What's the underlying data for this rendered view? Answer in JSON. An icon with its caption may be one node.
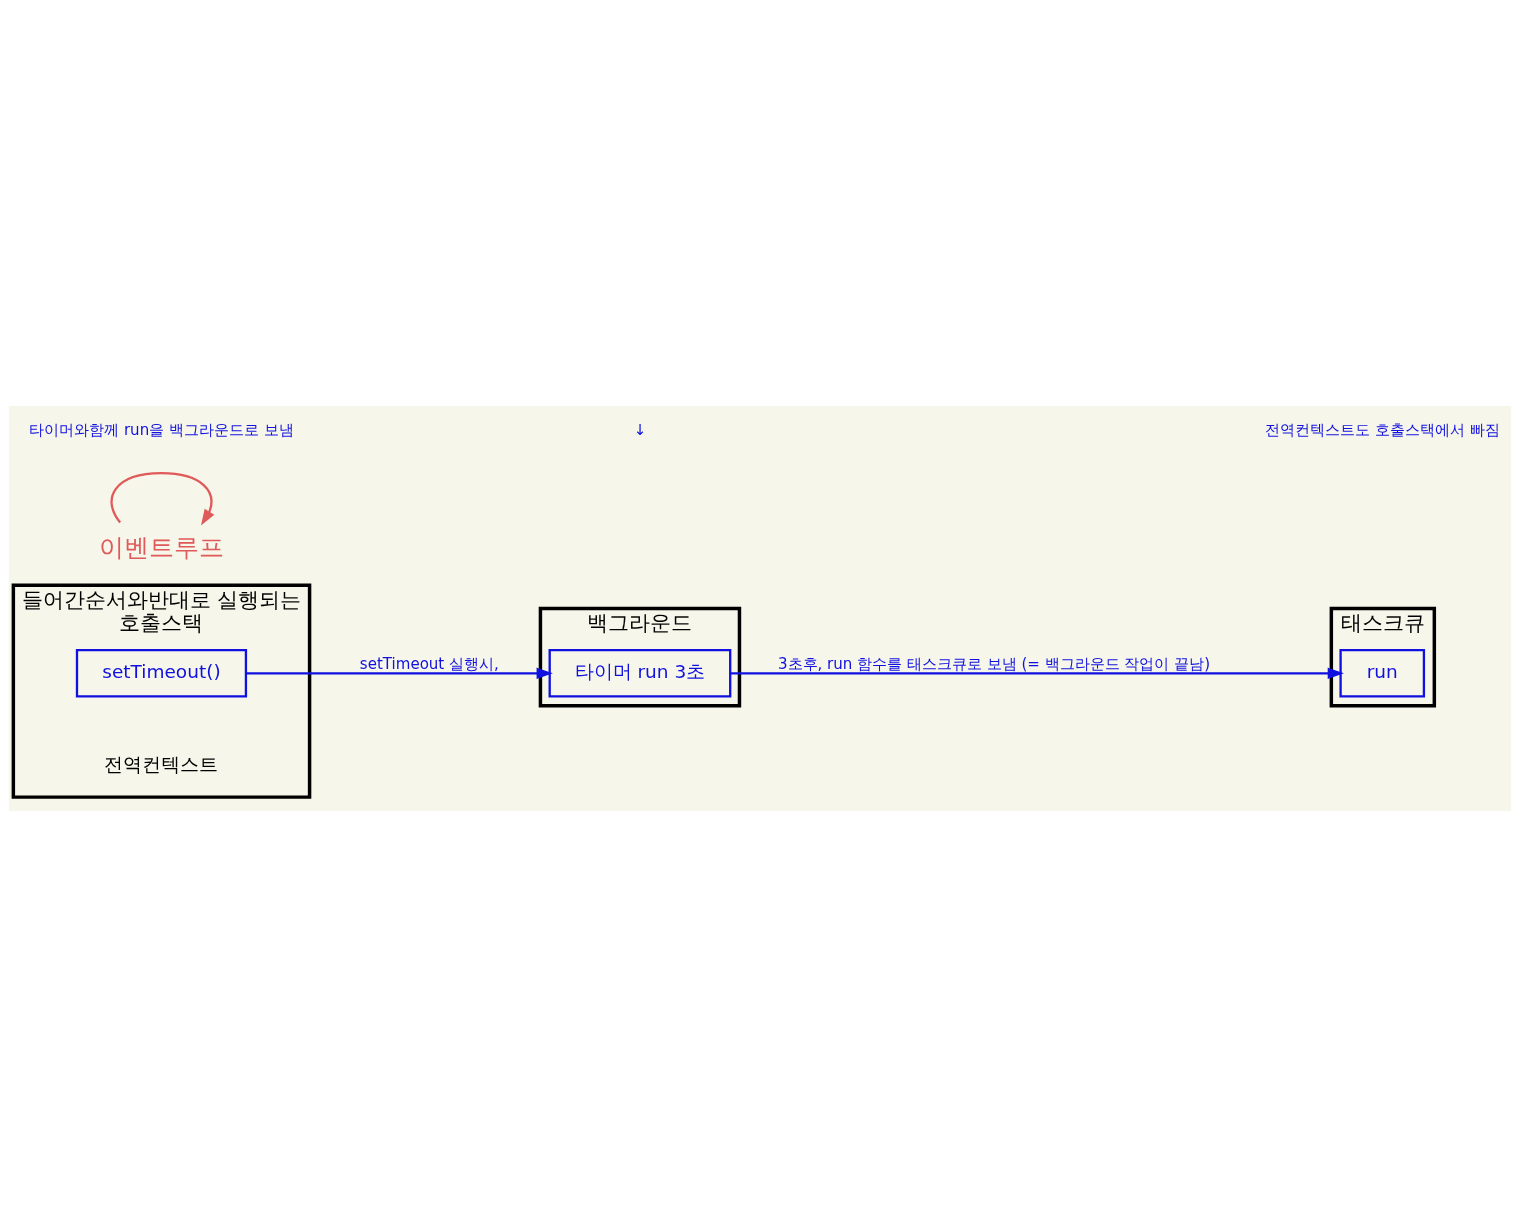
{
  "diagram": {
    "nodes": [
      {
        "text": [
          "호출스택"
        ],
        "beside": [
          "들어간순서와반대로 실행되는"
        ]
      },
      {
        "text": [
          "setTimeout()"
        ],
        "in": 0
      },
      {
        "text": [
          "백그라운드"
        ]
      },
      {
        "text": [
          "타이머 run 3초"
        ],
        "in": 2
      },
      {
        "text": [
          "태스크큐"
        ]
      },
      {
        "text": [
          "run"
        ],
        "in": 4
      },
      {
        "text": [
          "이벤트루프"
        ]
      }
    ],
    "edges": [
      {
        "from": 1,
        "to": 3,
        "arrow": "to",
        "label": "setTimeout 실행시,"
      },
      {
        "from": 3,
        "to": 5,
        "arrow": "to",
        "label": "3초후, run 함수를 태스크큐로 보냄 (= 백그라운드 작업이 끝남)"
      },
      {
        "from": 6,
        "to": 6,
        "arrow": "to",
        "color": "#e05a5a"
      }
    ],
    "labels": [
      "전역컨텍스트",
      "타이머와함께 run을 백그라운드로 보냄",
      "↓",
      "전역컨텍스트도 호출스택에서 빠짐"
    ]
  }
}
